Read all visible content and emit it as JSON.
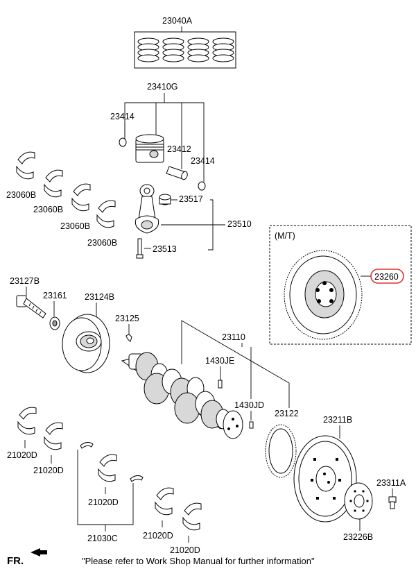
{
  "labels": {
    "piston_ring_set": "23040A",
    "piston_assy": "23410G",
    "snap_ring_top": "23414",
    "piston_pin": "23412",
    "snap_ring_bottom": "23414",
    "con_rod_bearing_1": "23060B",
    "con_rod_bearing_2": "23060B",
    "con_rod_bearing_3": "23060B",
    "con_rod_bearing_4": "23060B",
    "con_rod_bearing_small": "23517",
    "connecting_rod": "23510",
    "con_rod_bolt": "23513",
    "mt_group": "(M/T)",
    "flywheel": "23260",
    "pulley_bolt": "23127B",
    "washer": "23161",
    "damper_pulley": "23124B",
    "key": "23125",
    "crankshaft": "23110",
    "pin_1": "1430JE",
    "pin_2": "1430JD",
    "ring_gear": "23122",
    "drive_plate": "23211B",
    "plate_bolt": "23311A",
    "adapter_plate": "23226B",
    "main_bearing_1": "21020D",
    "main_bearing_2": "21020D",
    "main_bearing_3": "21020D",
    "main_bearing_4": "21020D",
    "main_bearing_5": "21020D",
    "thrust_washer": "21030C"
  },
  "footer": {
    "direction": "FR.",
    "note": "\"Please refer to Work Shop Manual for further information\""
  },
  "colors": {
    "highlight_ring": "#e03030"
  }
}
